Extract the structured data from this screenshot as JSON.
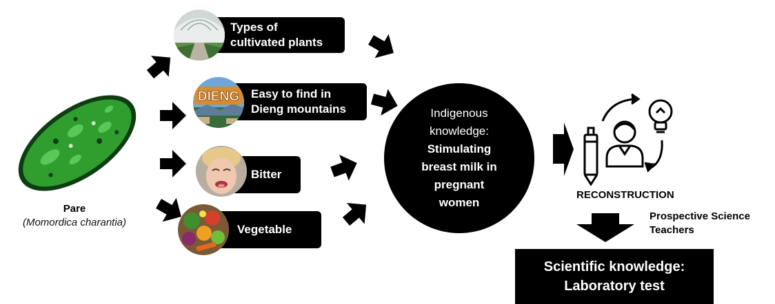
{
  "subject": {
    "name": "Pare",
    "scientific_name": "(Momordica charantia)"
  },
  "attributes": [
    {
      "lines": [
        "Types of",
        "cultivated plants"
      ],
      "image": "greenhouse-photo"
    },
    {
      "lines": [
        "Easy to find in",
        "Dieng mountains"
      ],
      "image": "dieng-sign-photo",
      "sign_text": "DIENG"
    },
    {
      "lines": [
        "Bitter"
      ],
      "image": "bitter-face-photo"
    },
    {
      "lines": [
        "Vegetable"
      ],
      "image": "vegetables-photo"
    }
  ],
  "indigenous": {
    "intro_lines": [
      "Indigenous",
      "knowledge:"
    ],
    "bold_lines": [
      "Stimulating",
      "breast milk in",
      "pregnant",
      "women"
    ]
  },
  "reconstruction": {
    "label": "RECONSTRUCTION",
    "icons": [
      "pencil-icon",
      "teacher-icon",
      "lightbulb-icon",
      "cycle-arrows-icon"
    ]
  },
  "audience": {
    "lines": [
      "Prospective Science",
      "Teachers"
    ]
  },
  "result": {
    "lines": [
      "Scientific knowledge:",
      "Laboratory test"
    ]
  },
  "colors": {
    "background": "#ffffff",
    "box": "#000000",
    "text_on_box": "#ffffff",
    "pare_green": "#2f9e2f",
    "pare_dark": "#0f3d12"
  }
}
